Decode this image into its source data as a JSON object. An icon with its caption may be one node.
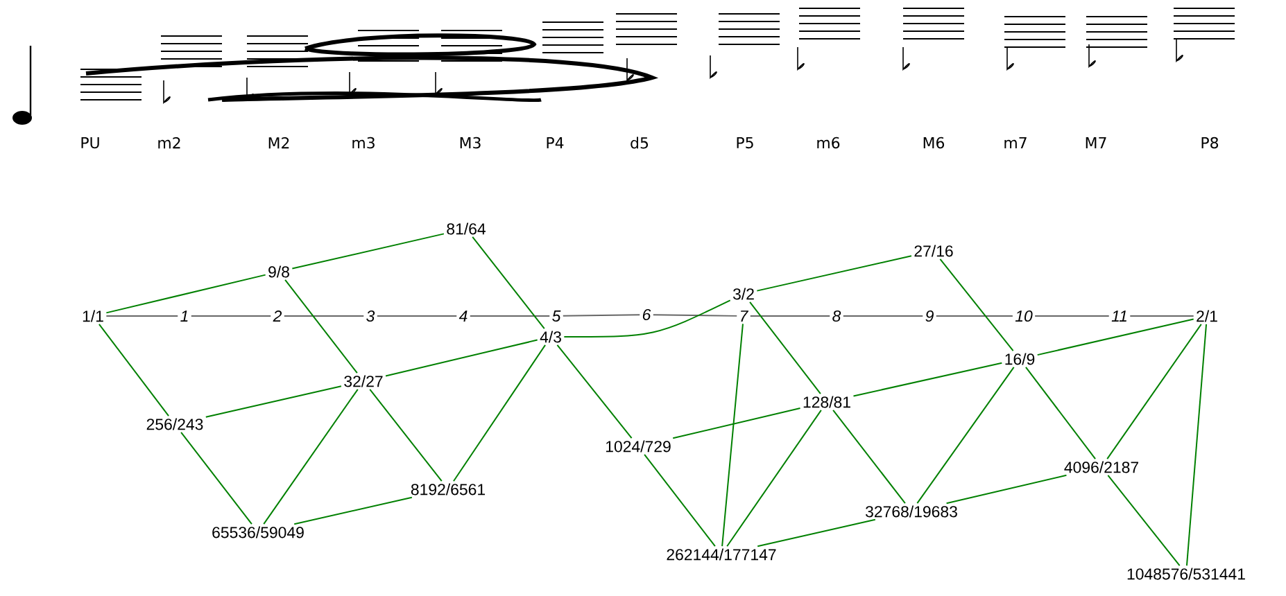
{
  "diagram": {
    "nodes": [
      {
        "text": [
          "81/64"
        ]
      },
      {
        "text": [
          "27/16"
        ]
      },
      {
        "text": [
          "9/8"
        ]
      },
      {
        "text": [
          "3/2"
        ]
      },
      {
        "text": [
          "1/1"
        ]
      },
      {
        "text": [
          "1"
        ]
      },
      {
        "text": [
          "2"
        ]
      },
      {
        "text": [
          "3"
        ]
      },
      {
        "text": [
          "4"
        ]
      },
      {
        "text": [
          "5"
        ]
      },
      {
        "text": [
          "6"
        ]
      },
      {
        "text": [
          "7"
        ]
      },
      {
        "text": [
          "8"
        ]
      },
      {
        "text": [
          "9"
        ]
      },
      {
        "text": [
          "10"
        ]
      },
      {
        "text": [
          "11"
        ]
      },
      {
        "text": [
          "2/1"
        ]
      },
      {
        "text": [
          "4/3"
        ]
      },
      {
        "text": [
          "16/9"
        ]
      },
      {
        "text": [
          "32/27"
        ]
      },
      {
        "text": [
          "128/81"
        ]
      },
      {
        "text": [
          "256/243"
        ]
      },
      {
        "text": [
          "1024/729"
        ]
      },
      {
        "text": [
          "4096/2187"
        ]
      },
      {
        "text": [
          "8192/6561"
        ]
      },
      {
        "text": [
          "32768/19683"
        ]
      },
      {
        "text": [
          "65536/59049"
        ]
      },
      {
        "text": [
          "262144/177147"
        ]
      },
      {
        "text": [
          "1048576/531441"
        ]
      }
    ],
    "edges": [
      {
        "from": 4,
        "to": 5,
        "arrow": "none",
        "color": "#666666"
      },
      {
        "from": 5,
        "to": 6,
        "arrow": "none",
        "color": "#666666"
      },
      {
        "from": 6,
        "to": 7,
        "arrow": "none",
        "color": "#666666"
      },
      {
        "from": 7,
        "to": 8,
        "arrow": "none",
        "color": "#666666"
      },
      {
        "from": 8,
        "to": 9,
        "arrow": "none",
        "color": "#666666"
      },
      {
        "from": 9,
        "to": 10,
        "arrow": "none",
        "color": "#666666"
      },
      {
        "from": 10,
        "to": 11,
        "arrow": "none",
        "color": "#666666"
      },
      {
        "from": 11,
        "to": 12,
        "arrow": "none",
        "color": "#666666"
      },
      {
        "from": 12,
        "to": 13,
        "arrow": "none",
        "color": "#666666"
      },
      {
        "from": 13,
        "to": 14,
        "arrow": "none",
        "color": "#666666"
      },
      {
        "from": 14,
        "to": 15,
        "arrow": "none",
        "color": "#666666"
      },
      {
        "from": 15,
        "to": 16,
        "arrow": "none",
        "color": "#666666"
      },
      {
        "from": 4,
        "to": 2,
        "arrow": "none"
      },
      {
        "from": 2,
        "to": 0,
        "arrow": "none"
      },
      {
        "from": 4,
        "to": 21,
        "arrow": "none"
      },
      {
        "from": 2,
        "to": 19,
        "arrow": "none"
      },
      {
        "from": 0,
        "to": 17,
        "arrow": "none"
      },
      {
        "from": 19,
        "to": 17,
        "arrow": "none"
      },
      {
        "from": 17,
        "to": 3,
        "arrow": "none"
      },
      {
        "from": 3,
        "to": 1,
        "arrow": "none"
      },
      {
        "from": 21,
        "to": 19,
        "arrow": "none"
      },
      {
        "from": 21,
        "to": 26,
        "arrow": "none"
      },
      {
        "from": 19,
        "to": 26,
        "arrow": "none"
      },
      {
        "from": 19,
        "to": 24,
        "arrow": "none"
      },
      {
        "from": 17,
        "to": 24,
        "arrow": "none"
      },
      {
        "from": 26,
        "to": 24,
        "arrow": "none"
      },
      {
        "from": 17,
        "to": 22,
        "arrow": "none"
      },
      {
        "from": 22,
        "to": 20,
        "arrow": "none"
      },
      {
        "from": 3,
        "to": 20,
        "arrow": "none"
      },
      {
        "from": 20,
        "to": 18,
        "arrow": "none"
      },
      {
        "from": 1,
        "to": 18,
        "arrow": "none"
      },
      {
        "from": 18,
        "to": 16,
        "arrow": "none"
      },
      {
        "from": 22,
        "to": 27,
        "arrow": "none"
      },
      {
        "from": 11,
        "to": 27,
        "arrow": "none"
      },
      {
        "from": 20,
        "to": 27,
        "arrow": "none"
      },
      {
        "from": 20,
        "to": 25,
        "arrow": "none"
      },
      {
        "from": 18,
        "to": 25,
        "arrow": "none"
      },
      {
        "from": 18,
        "to": 23,
        "arrow": "none"
      },
      {
        "from": 16,
        "to": 23,
        "arrow": "none"
      },
      {
        "from": 16,
        "to": 28,
        "arrow": "none"
      },
      {
        "from": 27,
        "to": 25,
        "arrow": "none"
      },
      {
        "from": 25,
        "to": 23,
        "arrow": "none"
      },
      {
        "from": 23,
        "to": 28,
        "arrow": "none"
      }
    ],
    "labels": [
      "PU",
      "m2",
      "M2",
      "m3",
      "M3",
      "P4",
      "d5",
      "P5",
      "m6",
      "M6",
      "m7",
      "M7",
      "P8"
    ]
  }
}
